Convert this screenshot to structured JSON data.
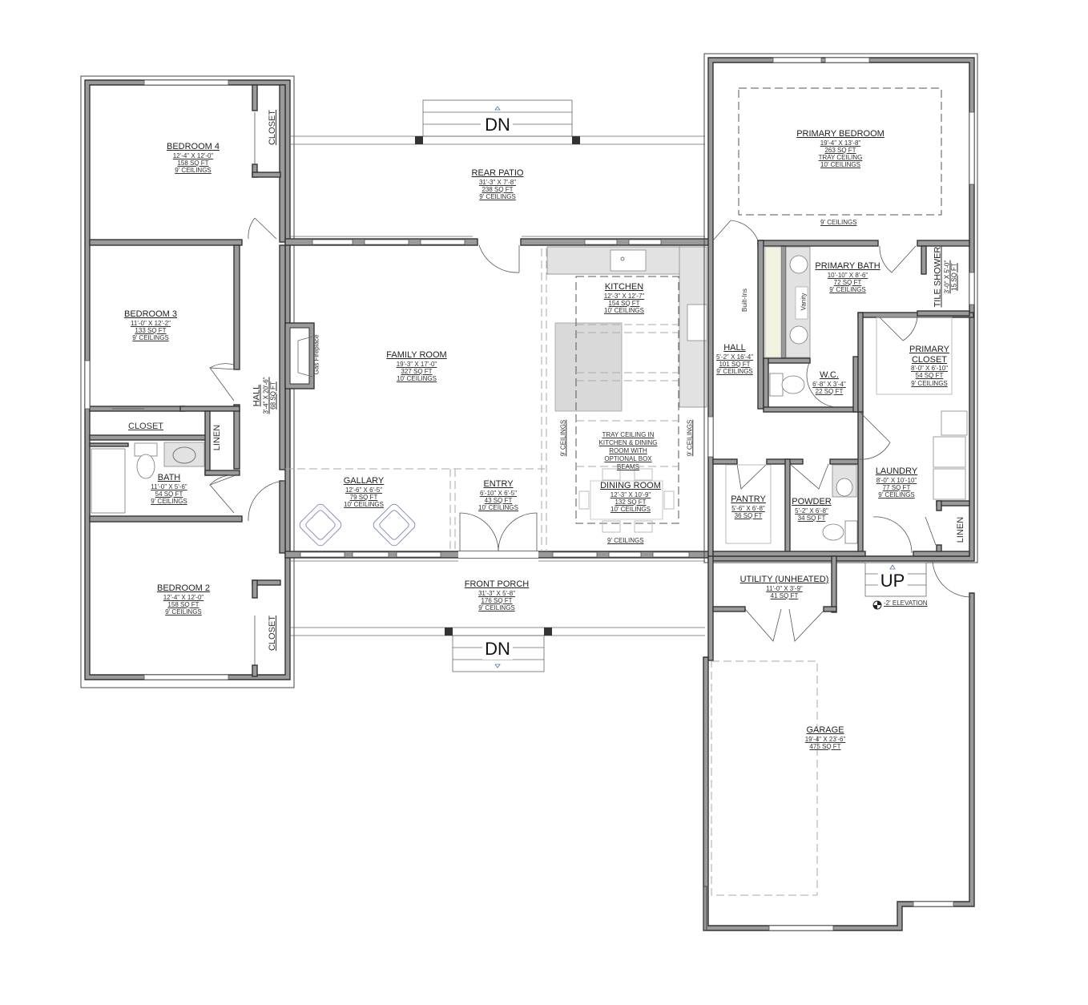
{
  "plan": {
    "type": "floor-plan",
    "rooms": [
      {
        "id": "bedroom4",
        "name": "BEDROOM 4",
        "dims": "12'-4\" X 12'-0\"",
        "area": "158 SQ FT",
        "ceiling": "9' CEILINGS"
      },
      {
        "id": "bedroom3",
        "name": "BEDROOM 3",
        "dims": "11'-0\" X 12'-2\"",
        "area": "133 SQ FT",
        "ceiling": "9' CEILINGS"
      },
      {
        "id": "bath",
        "name": "BATH",
        "dims": "11'-0\" X 5'-6\"",
        "area": "54 SQ FT",
        "ceiling": "9' CEILINGS"
      },
      {
        "id": "bedroom2",
        "name": "BEDROOM 2",
        "dims": "12'-4\" X 12'-0\"",
        "area": "158 SQ FT",
        "ceiling": "9' CEILINGS"
      },
      {
        "id": "hall_left",
        "name": "HALL",
        "dims": "3'-4\" X 20'-6\"",
        "area": "68 SQ FT"
      },
      {
        "id": "rear_patio",
        "name": "REAR PATIO",
        "dims": "31'-3\" X 7'-8\"",
        "area": "238 SQ FT",
        "ceiling": "9' CEILINGS"
      },
      {
        "id": "family_room",
        "name": "FAMILY ROOM",
        "dims": "19'-3\" X 17'-0\"",
        "area": "327 SQ FT",
        "ceiling": "10' CEILINGS"
      },
      {
        "id": "gallary",
        "name": "GALLARY",
        "dims": "12'-6\" X 6'-5\"",
        "area": "79 SQ FT",
        "ceiling": "10' CEILINGS"
      },
      {
        "id": "entry",
        "name": "ENTRY",
        "dims": "6'-10\" X 6'-5\"",
        "area": "43 SQ FT",
        "ceiling": "10' CEILINGS"
      },
      {
        "id": "front_porch",
        "name": "FRONT PORCH",
        "dims": "31'-3\" X 5'-8\"",
        "area": "176 SQ FT",
        "ceiling": "9' CEILINGS"
      },
      {
        "id": "kitchen",
        "name": "KITCHEN",
        "dims": "12'-3\" X 12'-7\"",
        "area": "154 SQ FT",
        "ceiling": "10' CEILINGS"
      },
      {
        "id": "dining_room",
        "name": "DINING ROOM",
        "dims": "12'-3\" X 10'-9\"",
        "area": "132 SQ FT",
        "ceiling": "10' CEILINGS"
      },
      {
        "id": "primary_bedroom",
        "name": "PRIMARY BEDROOM",
        "dims": "19'-4\" X 13'-8\"",
        "area": "263 SQ FT",
        "extra": "TRAY CEILING",
        "ceiling": "10' CEILINGS"
      },
      {
        "id": "hall_right",
        "name": "HALL",
        "dims": "5'-2\" X 16'-4\"",
        "area": "101 SQ FT",
        "ceiling": "9' CEILINGS"
      },
      {
        "id": "primary_bath",
        "name": "PRIMARY BATH",
        "dims": "10'-10\" X 8'-6\"",
        "area": "72 SQ FT",
        "ceiling": "9' CEILINGS"
      },
      {
        "id": "tile_shower",
        "name": "TILE SHOWER",
        "dims": "3'-0\" X 5'-0\"",
        "area": "15 SQ FT"
      },
      {
        "id": "wc",
        "name": "W.C.",
        "dims": "6'-8\" X 3'-4\"",
        "area": "22 SQ FT"
      },
      {
        "id": "primary_closet",
        "name": "PRIMARY CLOSET",
        "dims": "8'-0\" X 6'-10\"",
        "area": "54 SQ FT",
        "ceiling": "9' CEILINGS"
      },
      {
        "id": "pantry",
        "name": "PANTRY",
        "dims": "5'-6\" X 6'-8\"",
        "area": "36 SQ FT"
      },
      {
        "id": "powder",
        "name": "POWDER",
        "dims": "5'-2\" X 6'-8\"",
        "area": "34 SQ FT"
      },
      {
        "id": "laundry",
        "name": "LAUNDRY",
        "dims": "8'-0\" X 10'-10\"",
        "area": "77 SQ FT",
        "ceiling": "9' CEILINGS"
      },
      {
        "id": "utility",
        "name": "UTILITY (UNHEATED)",
        "dims": "11'-0\" X 3'-9\"",
        "area": "41 SQ FT"
      },
      {
        "id": "garage",
        "name": "GARAGE",
        "dims": "19'-4\" X 23'-6\"",
        "area": "475 SQ FT"
      }
    ],
    "small_labels": {
      "closet_bed4": "CLOSET",
      "closet_bed3": "CLOSET",
      "closet_bed2": "CLOSET",
      "linen_left": "LINEN",
      "linen_right": "LINEN",
      "gas_fireplace": "Gas Fireplace",
      "built_ins": "Built-Ins",
      "vanity": "Vanity"
    },
    "notes": {
      "tray_ceiling": "TRAY CEILING IN KITCHEN & DINING ROOM WITH OPTIONAL BOX BEAMS",
      "nine_ceilings": "9' CEILINGS",
      "elevation": "-2' ELEVATION"
    },
    "stairs": {
      "rear_dn": "DN",
      "front_dn": "DN",
      "garage_up": "UP"
    },
    "colors": {
      "wall_fill": "#9a9a9a",
      "wall_line": "#333333",
      "counter": "#e2e2e2",
      "island": "#d9d9d9",
      "builtins": "#f3f1df",
      "furniture": "#8a8fc0"
    }
  }
}
